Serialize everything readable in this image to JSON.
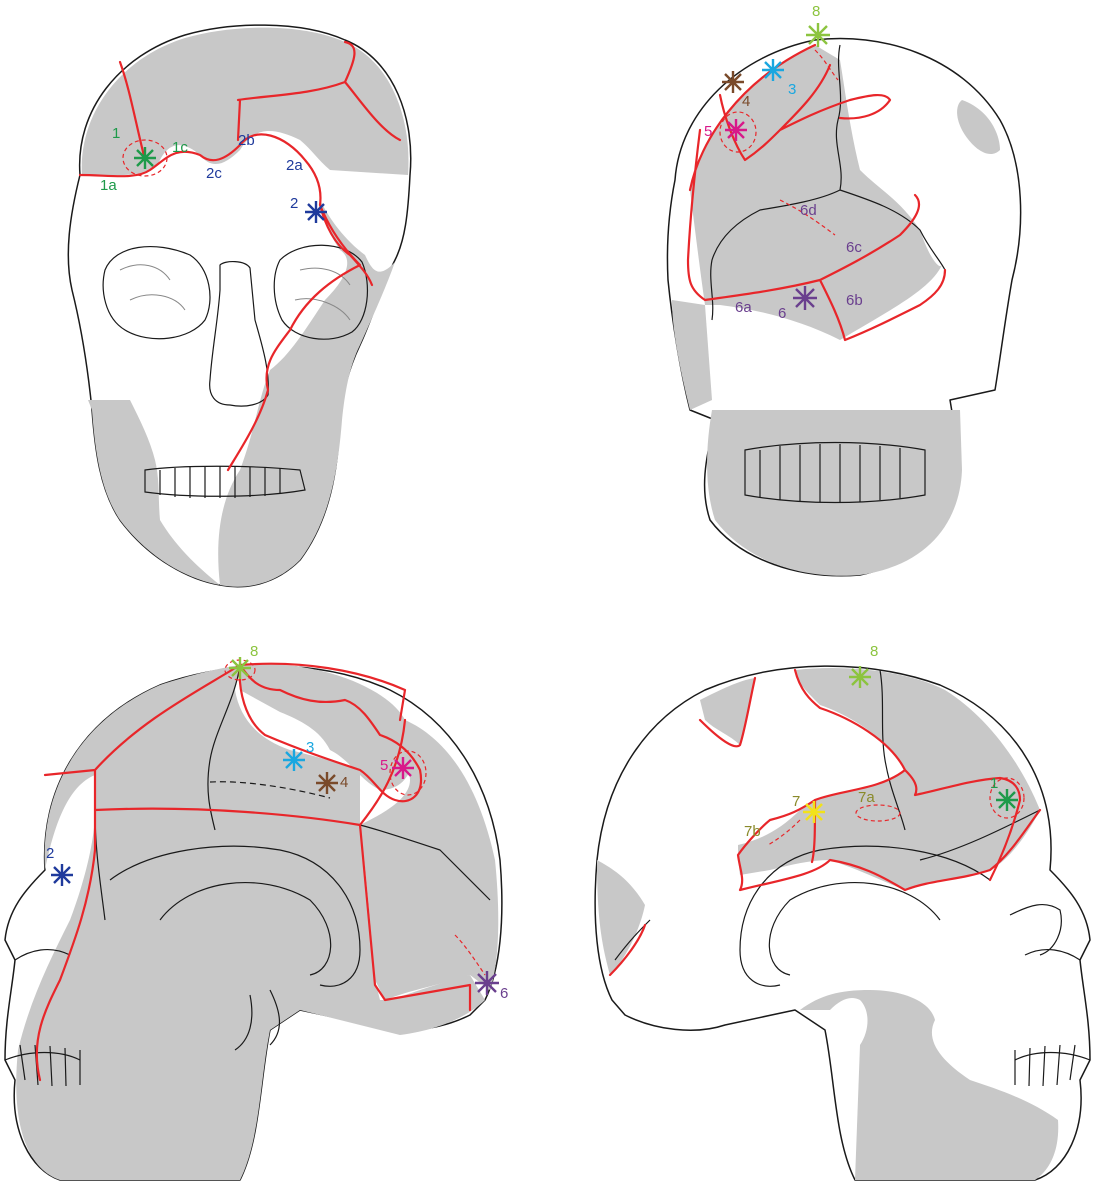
{
  "colors": {
    "fragment_fill": "#c8c8c8",
    "fracture_line": "#e8262a",
    "outline": "#1a1a1a",
    "site_1": "#1e9a4a",
    "site_2": "#1f3a9c",
    "site_3": "#1aa7e0",
    "site_4": "#7a4a2a",
    "site_5": "#d8198a",
    "site_6": "#6a3f8e",
    "site_7": "#f2e21a",
    "site_7_label": "#8a8a2a",
    "site_8": "#8cc43f"
  },
  "views": {
    "anterior": {
      "labels": [
        "1",
        "1a",
        "1c",
        "2",
        "2a",
        "2b",
        "2c"
      ]
    },
    "posterior": {
      "labels": [
        "8",
        "3",
        "4",
        "5",
        "6",
        "6a",
        "6b",
        "6c",
        "6d"
      ]
    },
    "left_lateral": {
      "labels": [
        "8",
        "3",
        "4",
        "5",
        "2",
        "6"
      ]
    },
    "right_lateral": {
      "labels": [
        "8",
        "1",
        "7",
        "7a",
        "7b"
      ]
    }
  }
}
